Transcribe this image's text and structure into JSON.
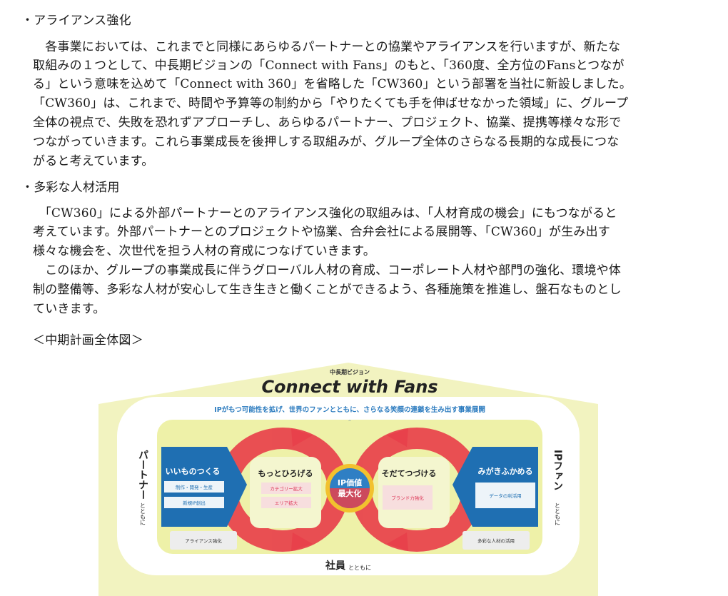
{
  "document": {
    "section1_heading": "・アライアンス強化",
    "section1_lines": [
      "　各事業においては、これまでと同様にあらゆるパートナーとの協業やアライアンスを行いますが、新たな",
      "取組みの１つとして、中長期ビジョンの「Connect with Fans」のもと、「360度、全方位のFansとつなが",
      "る」という意味を込めて「Connect with 360」を省略した「CW360」という部署を当社に新設しました。",
      "「CW360」は、これまで、時間や予算等の制約から「やりたくても手を伸ばせなかった領域」に、グループ",
      "全体の視点で、失敗を恐れずアプローチし、あらゆるパートナー、プロジェクト、協業、提携等様々な形で",
      "つながっていきます。これら事業成長を後押しする取組みが、グループ全体のさらなる長期的な成長につな",
      "がると考えています。"
    ],
    "section2_heading": "・多彩な人材活用",
    "section2_lines": [
      "　「CW360」による外部パートナーとのアライアンス強化の取組みは、「人材育成の機会」にもつながると",
      "考えています。外部パートナーとのプロジェクトや協業、合弁会社による展開等、「CW360」が生み出す",
      "様々な機会を、次世代を担う人材の育成につなげていきます。",
      "　このほか、グループの事業成長に伴うグローバル人材の育成、コーポレート人材や部門の強化、環境や体",
      "制の整備等、多彩な人材が安心して生き生きと働くことができるよう、各種施策を推進し、盤石なものとし",
      "ていきます。"
    ],
    "figure_caption": "＜中期計画全体図＞"
  },
  "diagram": {
    "vision_label": "中長期ビジョン",
    "title": "Connect with Fans",
    "subtitle": "IPがもつ可能性を拡げ、世界のファンとともに、さらなる笑顔の連鎖を生み出す事業展開",
    "left_side_main": "パートナー",
    "left_side_sub": "とともに",
    "right_side_main": "IPファン",
    "right_side_sub": "とともに",
    "bottom_main": "社員",
    "bottom_sub": "とともに",
    "center_line1": "IP価値",
    "center_line2": "最大化",
    "box_left": {
      "title": "いいものつくる",
      "items": [
        "制作・開発・生産",
        "新規IP創出"
      ]
    },
    "box_right": {
      "title": "みがきふかめる",
      "items": [
        "データの利活用"
      ]
    },
    "loop_left": {
      "title": "もっとひろげる",
      "items": [
        "カテゴリー拡大",
        "エリア拡大"
      ]
    },
    "loop_right": {
      "title": "そだてつづける",
      "items": [
        "ブランド力強化"
      ]
    },
    "bottom_left_item": "アライアンス強化",
    "bottom_right_item": "多彩な人材の活用",
    "colors": {
      "house_bg": "#f2f3c0",
      "inner_bg": "#eef1a8",
      "red": "#e8414b",
      "blue": "#1f6fb2",
      "title_text": "#222222",
      "subtitle_text": "#2b7bbf"
    }
  }
}
